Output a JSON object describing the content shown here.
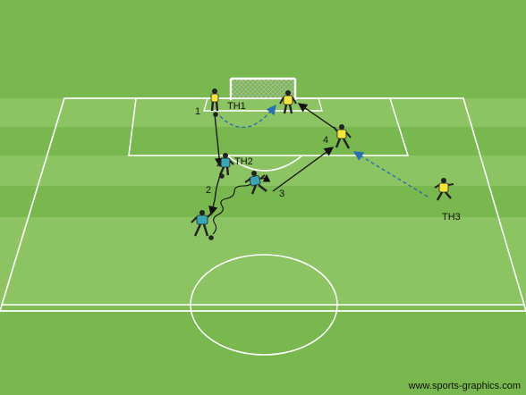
{
  "labels": {
    "th1": "TH1",
    "th2": "TH2",
    "th3": "TH3",
    "step1": "1",
    "step2": "2",
    "step3": "3",
    "step4": "4"
  },
  "credit": "www.sports-graphics.com",
  "colors": {
    "grass_light": "#8dc463",
    "grass_dark": "#78b84e",
    "lines": "#ffffff",
    "attacker_shirt": "#3aa6b4",
    "defender_shirt": "#f0e63c",
    "pass_arrow": "#111111",
    "run_arrow": "#2a6fb0"
  }
}
